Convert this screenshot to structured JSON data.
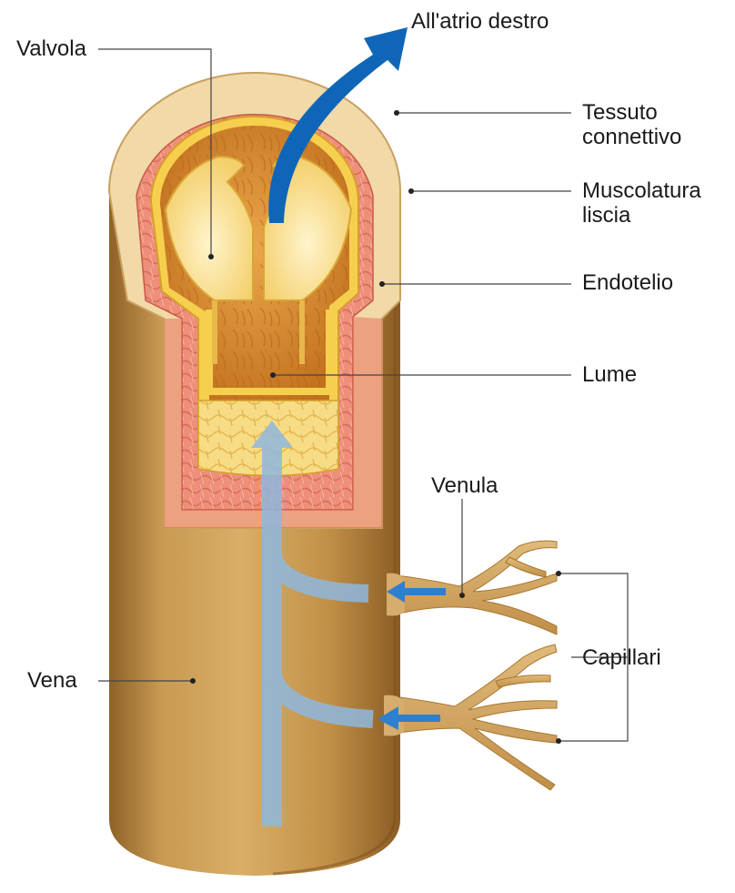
{
  "diagram": {
    "labels": {
      "atrium": "All'atrio destro",
      "valve": "Valvola",
      "connective": [
        "Tessuto",
        "connettivo"
      ],
      "muscle": [
        "Muscolatura",
        "liscia"
      ],
      "endothelium": "Endotelio",
      "lumen": "Lume",
      "venule": "Venula",
      "capillaries": "Capillari",
      "vein": "Vena"
    },
    "colors": {
      "vein_tan": "#c7964a",
      "vein_dark": "#9a6a2c",
      "connective_tissue": "#f1d9a8",
      "smooth_muscle": "#ee8f7a",
      "endothelium": "#f6cf4e",
      "valve_leaflet": "#fae4a4",
      "lumen_interior": "#d88c2e",
      "flow_arrow_blue": "#0f66b8",
      "internal_flow_blue": "#8fb8de"
    }
  }
}
